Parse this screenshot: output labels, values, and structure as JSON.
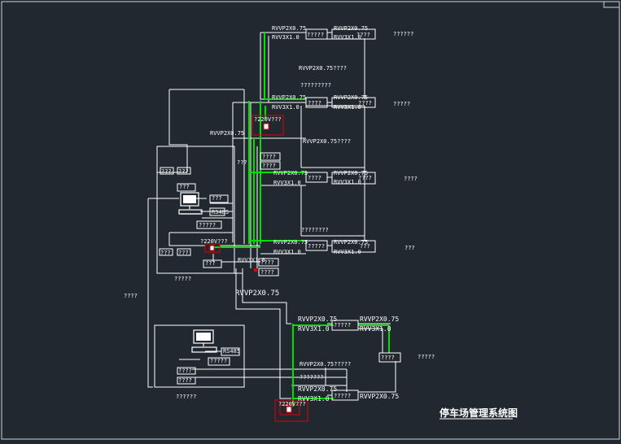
{
  "title": "停车场管理系统图",
  "cable": {
    "rvvp": "RVVP2X0.75",
    "rvv": "RVV3X1.0",
    "rvvp_trunk": "RVVP2X0.75????",
    "rvvp_trunk_long": "RVVP2X0.75?????"
  },
  "labels": {
    "q2": "??",
    "q3": "???",
    "q4": "????",
    "q5": "?????",
    "q6": "??????",
    "q7": "???????",
    "q8": "????????",
    "q9": "?????????",
    "power": "?220V???",
    "rs485": "RS485"
  },
  "colors": {
    "background": "#212830",
    "line": "#ffffff",
    "trunk": "#00e000",
    "power_box": "#e00000"
  }
}
